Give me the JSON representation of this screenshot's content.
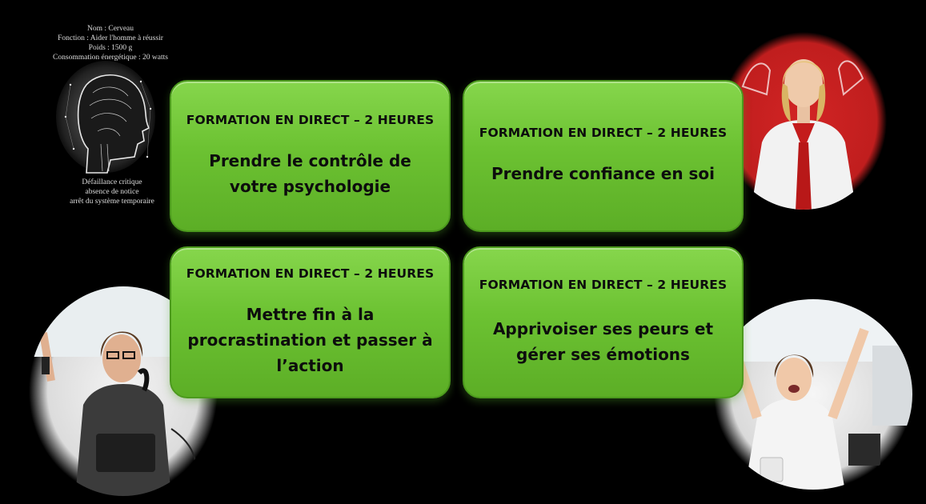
{
  "brain_panel": {
    "lines_top": [
      "Nom : Cerveau",
      "Fonction : Aider l'homme à réussir",
      "Poids : 1500 g",
      "Consommation énergétique : 20 watts"
    ],
    "lines_bottom": [
      "Défaillance critique",
      "absence de notice",
      "arrêt du système temporaire"
    ]
  },
  "cards": [
    {
      "subtitle": "FORMATION EN DIRECT – 2 HEURES",
      "title": "Prendre le contrôle de votre psychologie"
    },
    {
      "subtitle": "FORMATION EN DIRECT – 2 HEURES",
      "title": "Prendre confiance en soi"
    },
    {
      "subtitle": "FORMATION EN DIRECT – 2 HEURES",
      "title": "Mettre fin à la procrastination et passer à l’action"
    },
    {
      "subtitle": "FORMATION EN DIRECT – 2 HEURES",
      "title": "Apprivoiser ses peurs et gérer ses émotions"
    }
  ],
  "colors": {
    "background": "#000000",
    "card_green": "#6cc232",
    "card_border": "#4c9a1d",
    "accent_red": "#d22424"
  }
}
